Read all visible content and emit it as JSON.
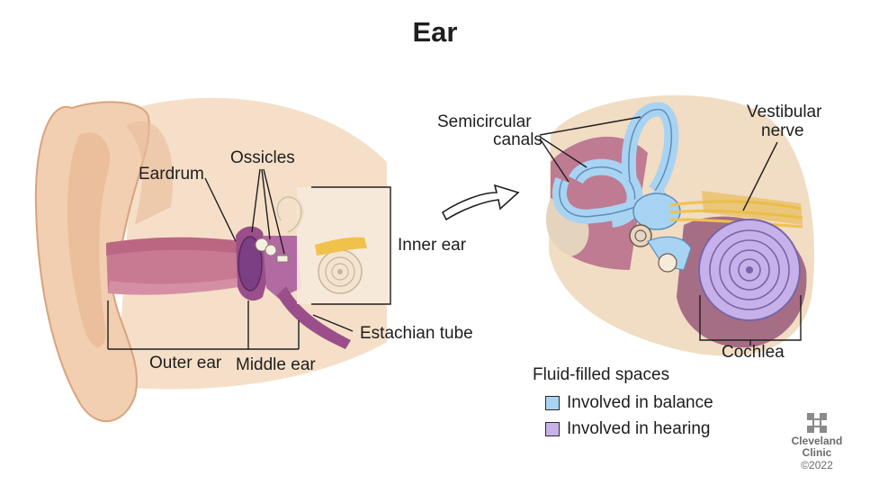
{
  "title": "Ear",
  "labels": {
    "ossicles": "Ossicles",
    "eardrum": "Eardrum",
    "inner_ear": "Inner ear",
    "estachian_tube": "Estachian tube",
    "outer_ear": "Outer ear",
    "middle_ear": "Middle ear",
    "semicircular_canals_line1": "Semicircular",
    "semicircular_canals_line2": "canals",
    "vestibular_nerve_line1": "Vestibular",
    "vestibular_nerve_line2": "nerve",
    "cochlea": "Cochlea"
  },
  "legend": {
    "title": "Fluid-filled spaces",
    "items": [
      {
        "label": "Involved in balance",
        "color": "#a9d3f2"
      },
      {
        "label": "Involved in hearing",
        "color": "#c6b1ea"
      }
    ]
  },
  "logo": {
    "line1": "Cleveland",
    "line2": "Clinic",
    "copyright": "©2022"
  },
  "colors": {
    "skin": "#f1cfb0",
    "skin_shadow": "#d9a37f",
    "canal": "#c97a93",
    "middle_ear": "#9a4f8a",
    "balance_fluid": "#a9d3f2",
    "hearing_fluid": "#c6b1ea",
    "nerve": "#f0c24c",
    "bone": "#e6d6c3"
  }
}
